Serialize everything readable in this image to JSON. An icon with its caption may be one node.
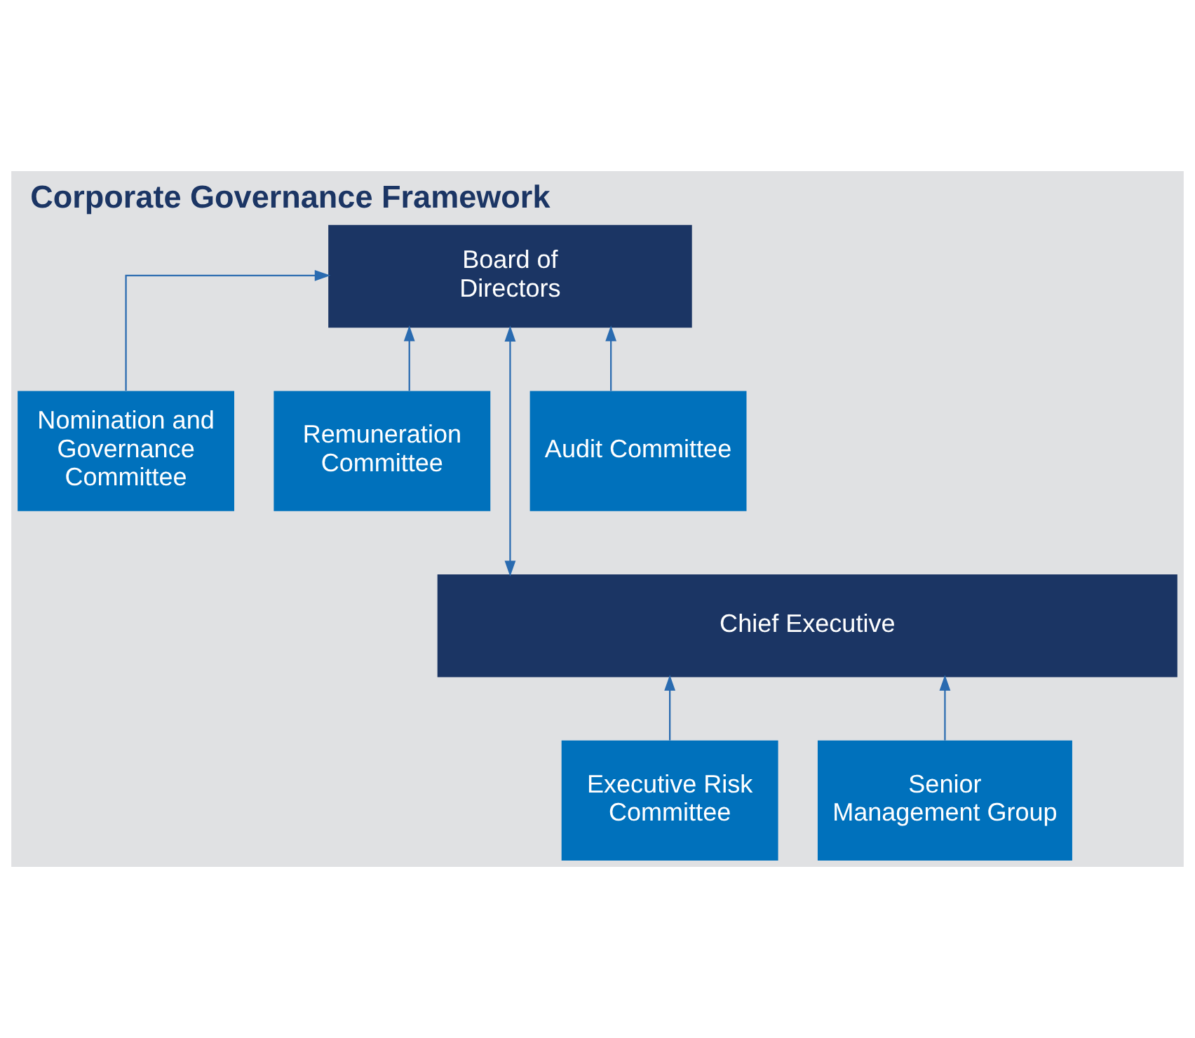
{
  "diagram": {
    "title": "Corporate Governance Framework",
    "nodes": [
      {
        "text": [
          "Board of Directors"
        ]
      },
      {
        "text": [
          "Nomination and Governance Committee"
        ]
      },
      {
        "text": [
          "Remuneration Committee"
        ]
      },
      {
        "text": [
          "Audit Committee"
        ]
      },
      {
        "text": [
          "Chief Executive"
        ]
      },
      {
        "text": [
          "Executive Risk Committee"
        ]
      },
      {
        "text": [
          "Senior Management Group"
        ]
      }
    ],
    "edges": [
      {
        "from": 1,
        "to": 0,
        "arrow": "to"
      },
      {
        "from": 2,
        "to": 0,
        "arrow": "to"
      },
      {
        "from": 3,
        "to": 0,
        "arrow": "to"
      },
      {
        "from": 0,
        "to": 4,
        "arrow": "both"
      },
      {
        "from": 5,
        "to": 4,
        "arrow": "to"
      },
      {
        "from": 6,
        "to": 4,
        "arrow": "to"
      }
    ]
  }
}
